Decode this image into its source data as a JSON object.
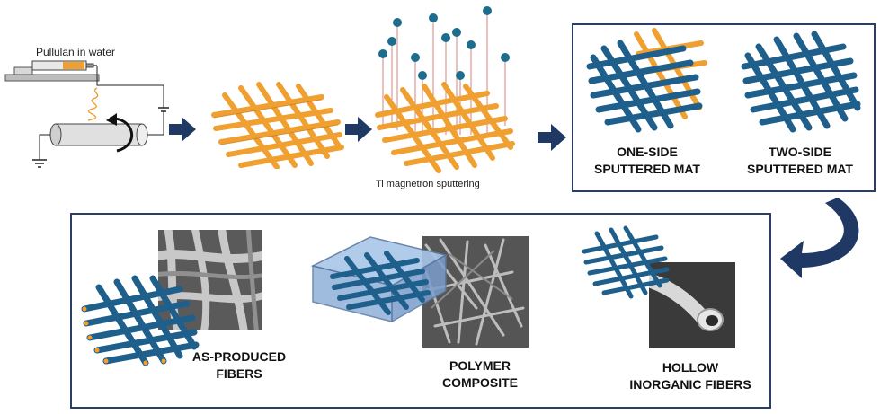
{
  "labels": {
    "pullulan": "Pullulan in water",
    "sputtering": "Ti magnetron sputtering",
    "one_side_1": "ONE-SIDE",
    "one_side_2": "SPUTTERED MAT",
    "two_side_1": "TWO-SIDE",
    "two_side_2": "SPUTTERED MAT",
    "as_produced_1": "AS-PRODUCED",
    "as_produced_2": "FIBERS",
    "polymer_1": "POLYMER",
    "polymer_2": "COMPOSITE",
    "hollow_1": "HOLLOW",
    "hollow_2": "INORGANIC FIBERS"
  },
  "colors": {
    "orange_fiber": "#f0a030",
    "blue_fiber": "#1f5f8b",
    "arrow": "#1f3864",
    "panel_border": "#2b3f63",
    "atom": "#1f6d8e",
    "sputter_line": "#d9807a"
  }
}
